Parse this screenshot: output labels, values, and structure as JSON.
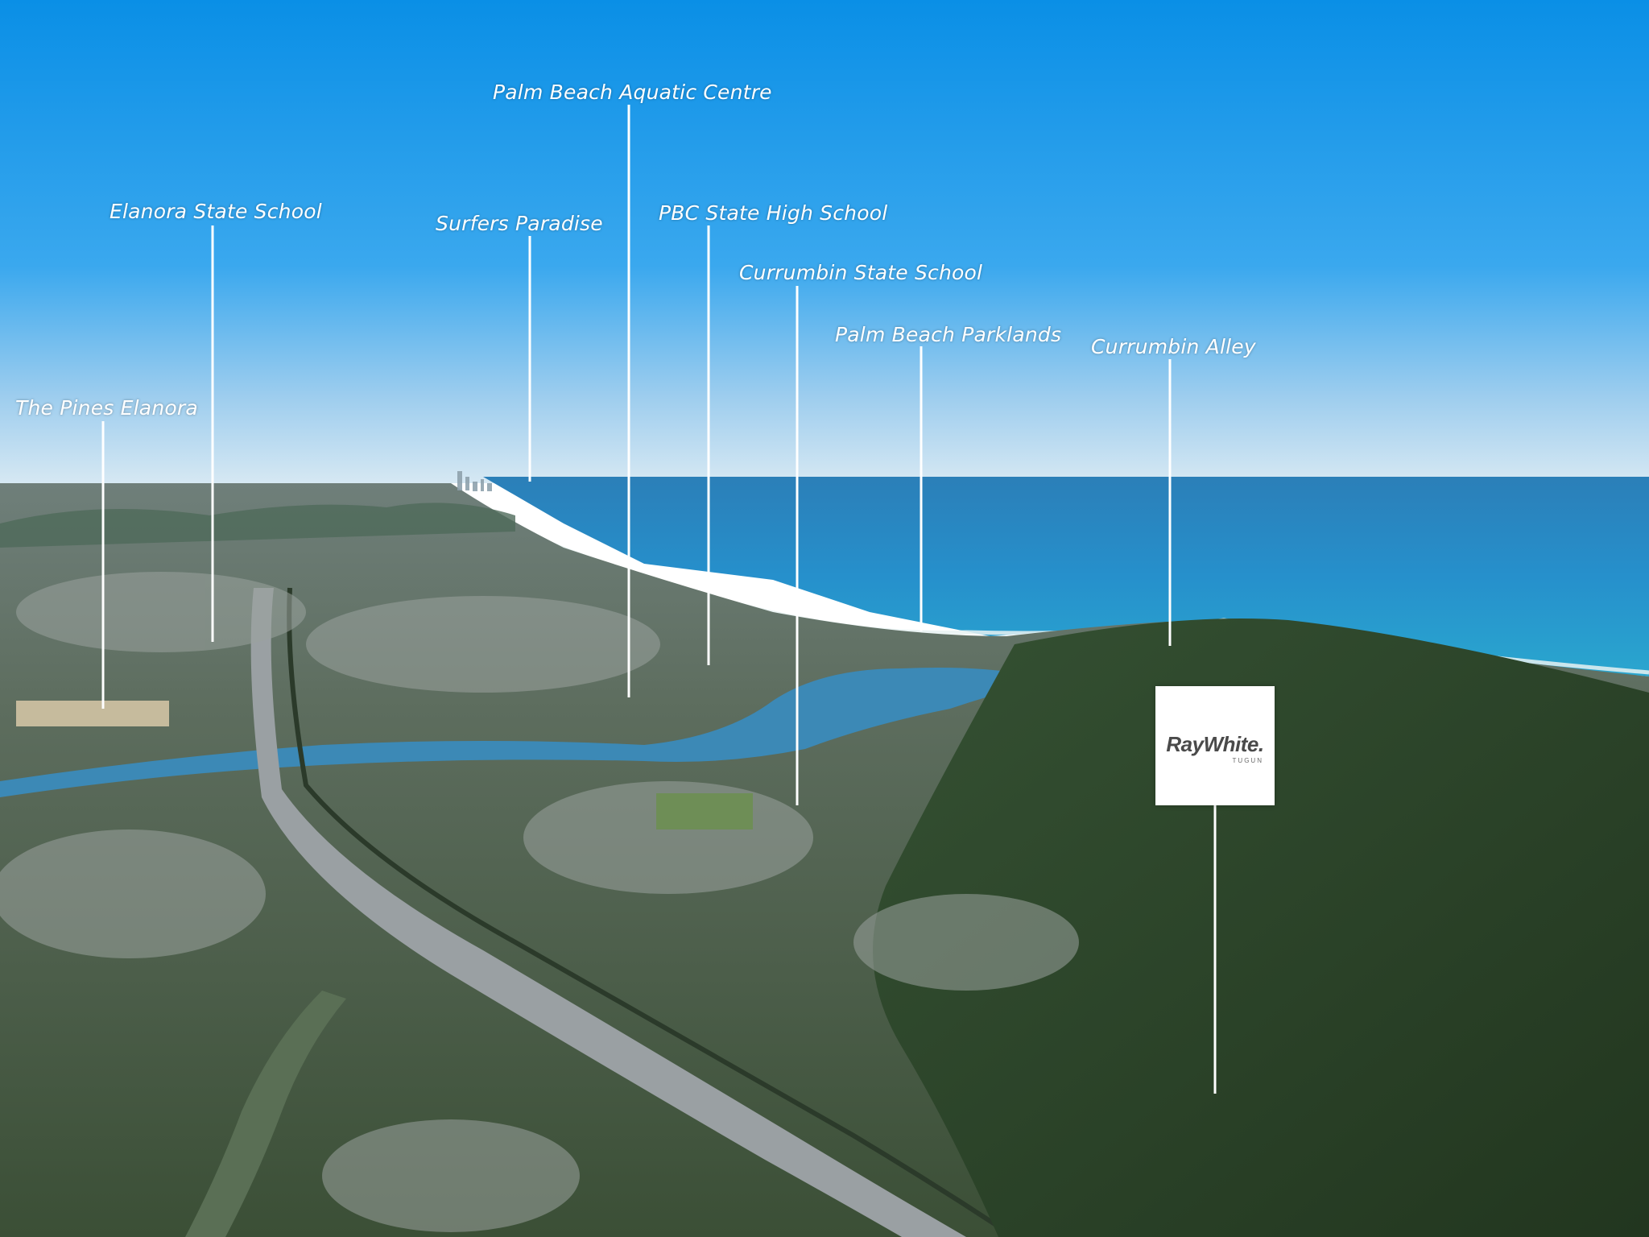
{
  "colors": {
    "sky_top": "#0a8fe6",
    "sky_mid": "#3aa8ee",
    "haze": "#cfe4f2",
    "ocean": "#1f8fc9",
    "ocean_far": "#2f86bd",
    "land": "#3d5a3a",
    "suburb": "#8a948e",
    "river": "#3c89b6",
    "pointer": "#ffffff"
  },
  "landmarks": [
    {
      "label": "Palm Beach Aquatic Centre"
    },
    {
      "label": "Elanora State School"
    },
    {
      "label": "Surfers Paradise"
    },
    {
      "label": "PBC State High School"
    },
    {
      "label": "Currumbin State School"
    },
    {
      "label": "Palm Beach Parklands"
    },
    {
      "label": "Currumbin Alley"
    },
    {
      "label": "The Pines Elanora"
    }
  ],
  "logo": {
    "brand": "RayWhite.",
    "office": "TUGUN"
  }
}
